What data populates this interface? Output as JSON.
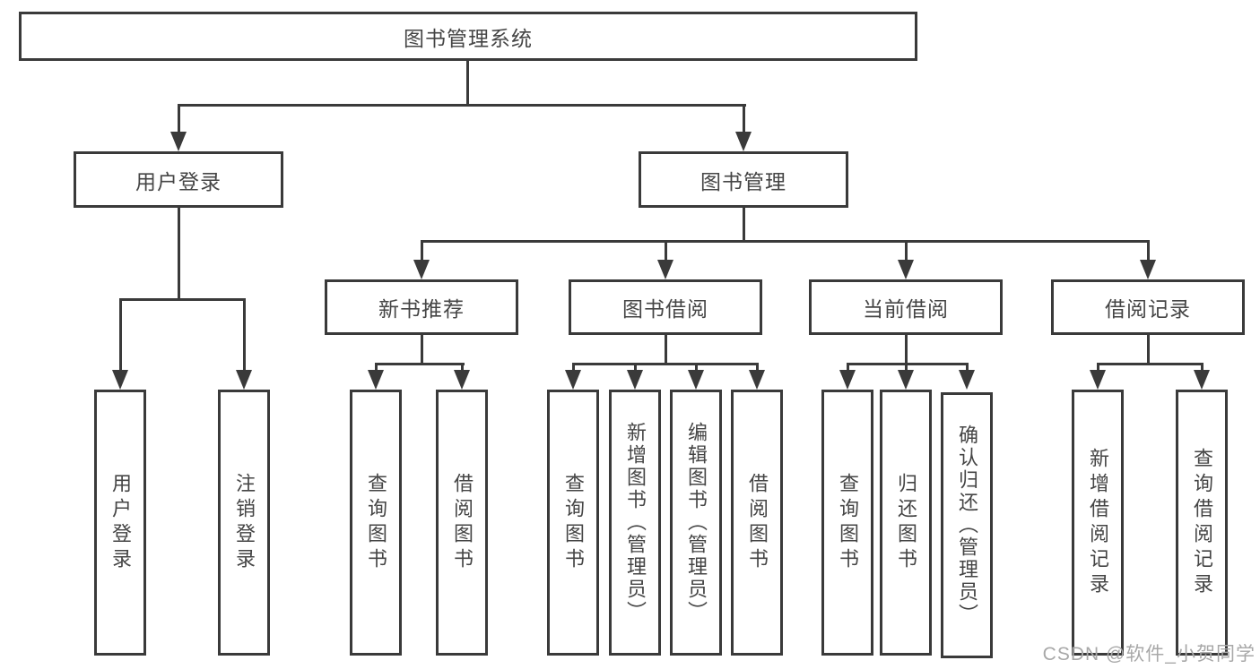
{
  "tree": {
    "root": {
      "label": "图书管理系统"
    },
    "user_login": {
      "label": "用户登录",
      "children": [
        {
          "label": "用户登录"
        },
        {
          "label": "注销登录"
        }
      ]
    },
    "book_mgmt": {
      "label": "图书管理",
      "groups": [
        {
          "label": "新书推荐",
          "children": [
            {
              "label": "查询图书"
            },
            {
              "label": "借阅图书"
            }
          ]
        },
        {
          "label": "图书借阅",
          "children": [
            {
              "label": "查询图书"
            },
            {
              "label": "新增图书（管理员）"
            },
            {
              "label": "编辑图书（管理员）"
            },
            {
              "label": "借阅图书"
            }
          ]
        },
        {
          "label": "当前借阅",
          "children": [
            {
              "label": "查询图书"
            },
            {
              "label": "归还图书"
            },
            {
              "label": "确认归还（管理员）"
            }
          ]
        },
        {
          "label": "借阅记录",
          "children": [
            {
              "label": "新增借阅记录"
            },
            {
              "label": "查询借阅记录"
            }
          ]
        }
      ]
    }
  },
  "watermark": {
    "text": "CSDN @软件_小贺同学"
  },
  "colors": {
    "line": "#3a3a3a",
    "text": "#454545",
    "watermark": "#a8a8a8",
    "background": "#ffffff"
  }
}
